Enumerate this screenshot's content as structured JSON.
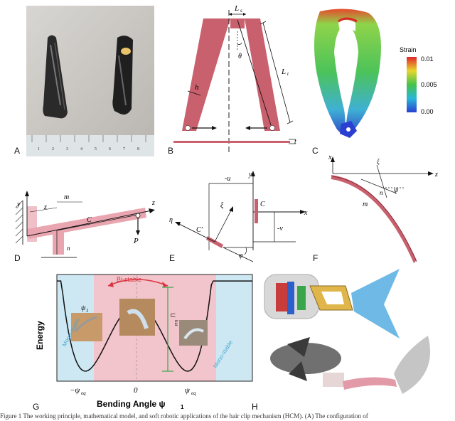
{
  "panels": {
    "A": {
      "label": "A",
      "ruler_numbers": [
        "1",
        "2",
        "3",
        "4",
        "5",
        "6",
        "7",
        "8"
      ]
    },
    "B": {
      "label": "B",
      "Ls": "L",
      "Ls_sub": "s",
      "Lt": "L",
      "Lt_sub": "t",
      "h": "h",
      "theta": "θ",
      "t": "t"
    },
    "C": {
      "label": "C",
      "legend_title": "Strain",
      "ticks": [
        "0.01",
        "0.005",
        "0.00"
      ]
    },
    "D": {
      "label": "D",
      "y": "y",
      "z": "z",
      "m": "m",
      "C": "C",
      "P": "P",
      "n": "n"
    },
    "E": {
      "label": "E",
      "y": "y",
      "x": "x",
      "u": "-u",
      "v": "-v",
      "C": "C",
      "Cp": "C'",
      "xi": "ξ",
      "eta": "η",
      "phi": "φ"
    },
    "F": {
      "label": "F",
      "x": "x",
      "z": "z",
      "xi": "ξ",
      "n": "n",
      "m": "m",
      "psi": "ψ"
    },
    "G": {
      "label": "G",
      "bistable": "Bi-stable",
      "ubar": "U",
      "ubar_sub": "bar",
      "psi1": "ψ",
      "psi1_sub": "1",
      "mono_left": "Mono-stable",
      "mono_right": "Mono-stable",
      "ylabel": "Energy",
      "xlabel": "Bending Angle ψ",
      "xlabel_sub": "1",
      "xticks": [
        "−ψ",
        "0",
        "ψ"
      ],
      "xtick_sub": "eq"
    },
    "H": {
      "label": "H"
    }
  },
  "caption": "Figure 1 The working principle, mathematical model, and soft robotic applications of the hair clip mechanism (HCM). (A) The configuration of",
  "colors": {
    "pink": "#c9606e",
    "pinkLight": "#f2c4cb",
    "blueLight": "#cde8f3",
    "green": "#3aa64a",
    "red": "#d9333f"
  }
}
